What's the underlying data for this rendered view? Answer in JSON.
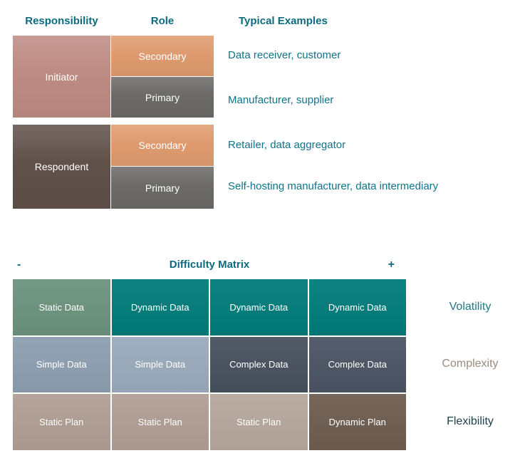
{
  "colors": {
    "heading_teal": "#0D6B7E",
    "body_teal": "#0E7489",
    "background": "#FFFFFF"
  },
  "legend": {
    "headers": {
      "responsibility": "Responsibility",
      "role": "Role",
      "examples": "Typical Examples"
    },
    "groups": [
      {
        "name": "Initiator",
        "color": "#BD8B84",
        "roles": [
          {
            "label": "Secondary",
            "color": "#DF9B6F",
            "example": "Data receiver, customer"
          },
          {
            "label": "Primary",
            "color": "#6B6A69",
            "example": "Manufacturer, supplier"
          }
        ]
      },
      {
        "name": "Respondent",
        "color": "#60514A",
        "roles": [
          {
            "label": "Secondary",
            "color": "#DF9B6F",
            "example": "Retailer, data aggregator"
          },
          {
            "label": "Primary",
            "color": "#6B6A69",
            "example": "Self-hosting manufacturer, data intermediary"
          }
        ]
      }
    ]
  },
  "matrix": {
    "title": "Difficulty Matrix",
    "scale_min": "-",
    "scale_max": "+",
    "rows": [
      {
        "label": "Volatility",
        "label_color": "#1E7A8A",
        "cells": [
          {
            "text": "Static Data",
            "color": "#6B927D"
          },
          {
            "text": "Dynamic Data",
            "color": "#007B79"
          },
          {
            "text": "Dynamic Data",
            "color": "#007B79"
          },
          {
            "text": "Dynamic Data",
            "color": "#007B79"
          }
        ]
      },
      {
        "label": "Complexity",
        "label_color": "#9A8B7E",
        "cells": [
          {
            "text": "Simple Data",
            "color": "#8C9FB0"
          },
          {
            "text": "Simple Data",
            "color": "#9AAABB"
          },
          {
            "text": "Complex Data",
            "color": "#47505E"
          },
          {
            "text": "Complex Data",
            "color": "#4B5463"
          }
        ]
      },
      {
        "label": "Flexibility",
        "label_color": "#1C3F48",
        "cells": [
          {
            "text": "Static Plan",
            "color": "#AF9E94"
          },
          {
            "text": "Static Plan",
            "color": "#AF9E94"
          },
          {
            "text": "Static Plan",
            "color": "#B6A79D"
          },
          {
            "text": "Dynamic Plan",
            "color": "#6E5D50"
          }
        ]
      }
    ]
  }
}
